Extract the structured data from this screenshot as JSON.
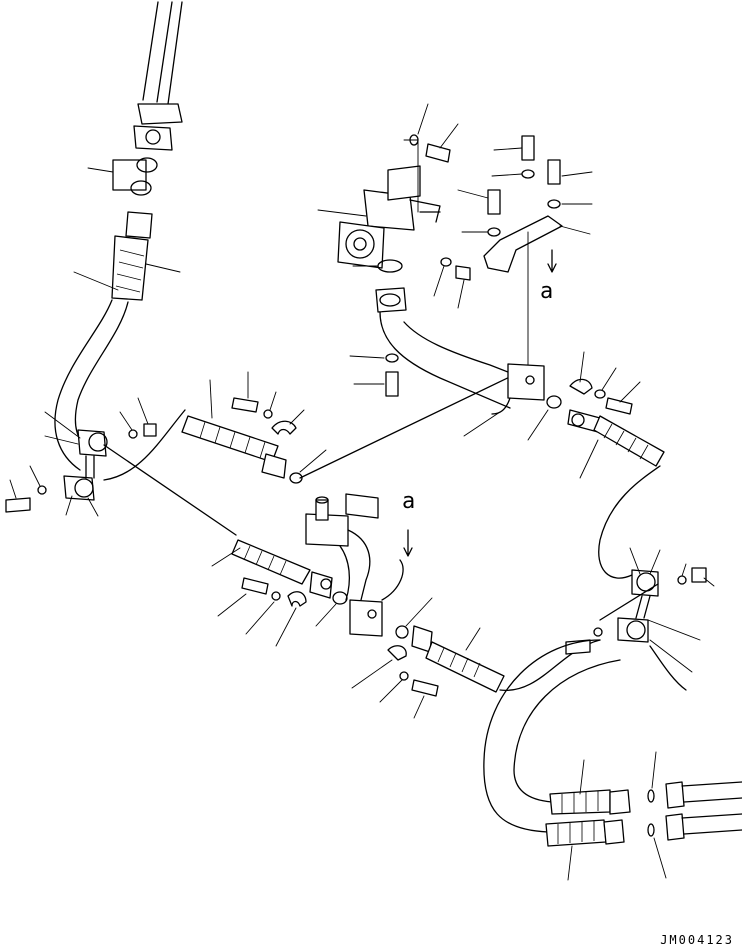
{
  "diagram": {
    "view_labels": [
      "a",
      "a"
    ],
    "document_id": "JM004123"
  }
}
